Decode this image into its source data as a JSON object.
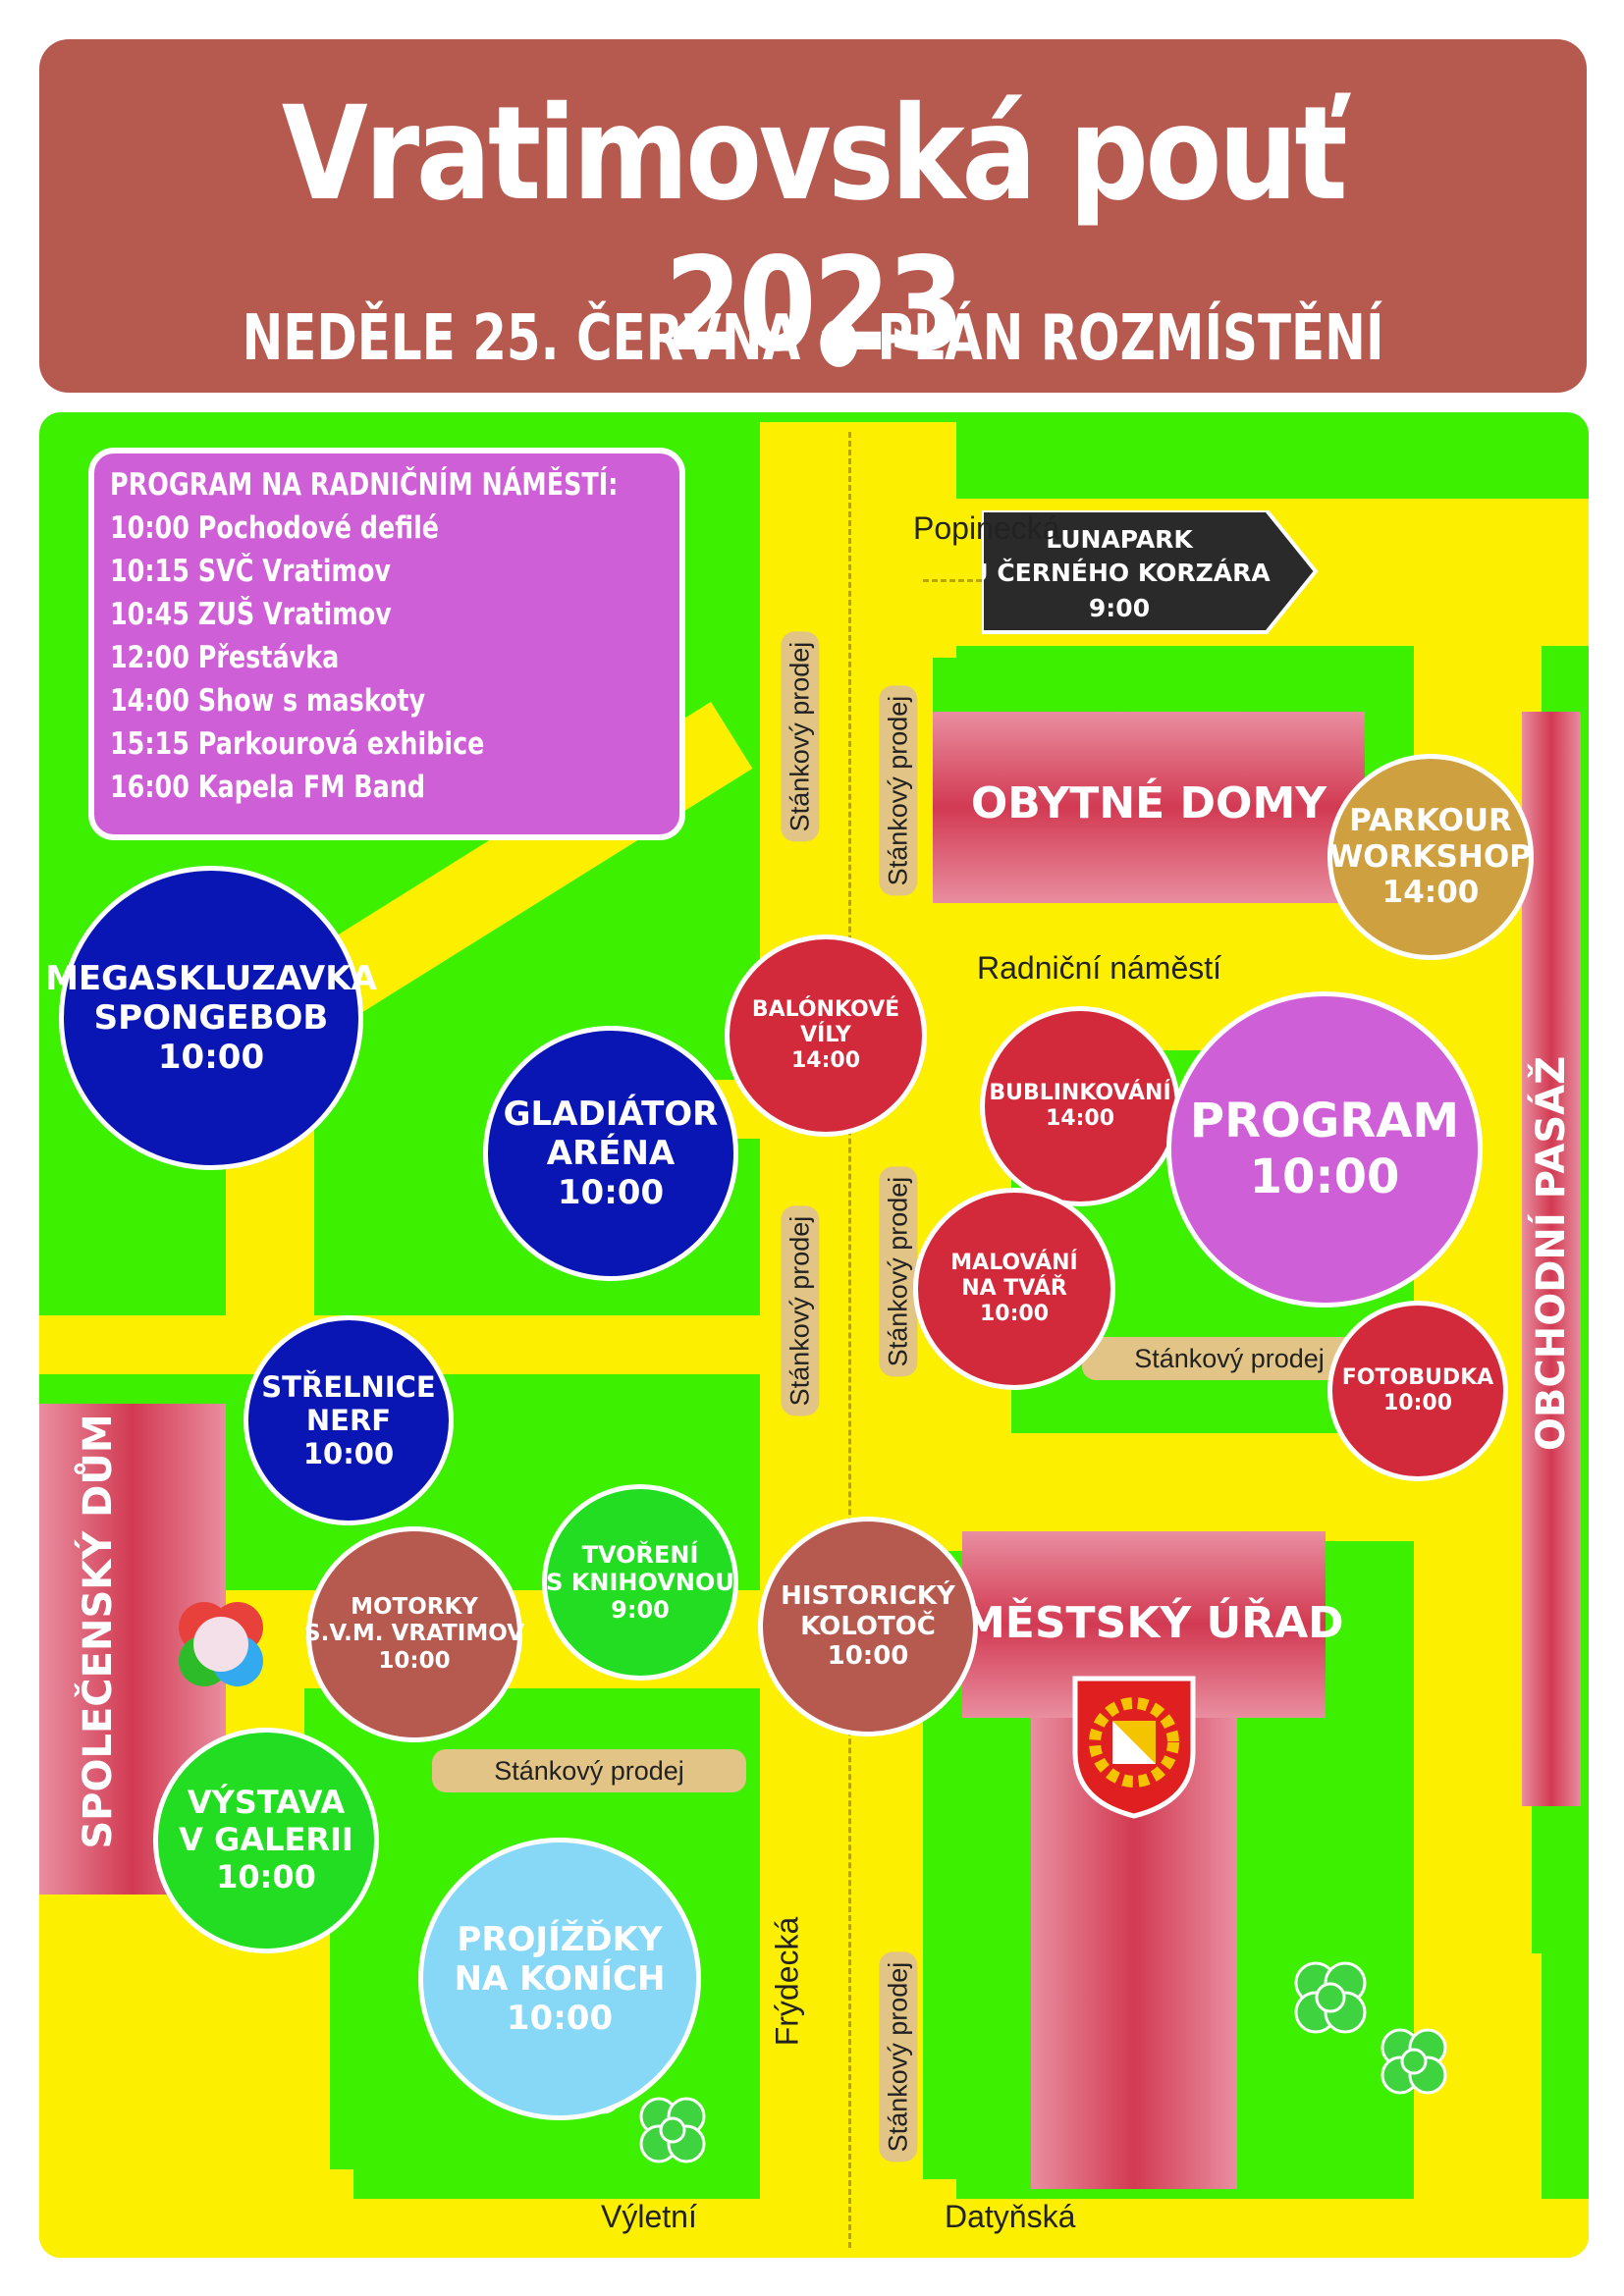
{
  "header": {
    "title": "Vratimovská pouť 2023",
    "subtitle": "NEDĚLE 25. ČERVNA ● PLÁN ROZMÍSTĚNÍ"
  },
  "program_box": {
    "title": "PROGRAM NA RADNIČNÍM NÁMĚSTÍ:",
    "items": [
      "10:00  Pochodové defilé",
      "10:15  SVČ Vratimov",
      "10:45  ZUŠ  Vratimov",
      "12:00  Přestávka",
      "14:00  Show s maskoty",
      "15:15  Parkourová exhibice",
      "16:00  Kapela FM Band"
    ]
  },
  "streets": {
    "popinecka": "Popinecká",
    "radnicni": "Radniční náměstí",
    "frydecka": "Frýdecká",
    "vyletni": "Výletní",
    "datynska": "Datyňská"
  },
  "stall_label": "Stánkový prodej",
  "lunapark": {
    "line1": "LUNAPARK",
    "line2": "U ČERNÉHO KORZÁRA",
    "time": "9:00"
  },
  "buildings": {
    "obytne": "OBYTNÉ DOMY",
    "mestsky": "MĚSTSKÝ ÚŘAD",
    "obchodni": "OBCHODNÍ PASÁŽ",
    "spolecensky": "SPOLEČENSKÝ DŮM"
  },
  "attractions": {
    "megaskluzavka": {
      "l1": "MEGASKLUZAVKA",
      "l2": "SPONGEBOB",
      "time": "10:00",
      "color": "#0a16b4"
    },
    "gladiator": {
      "l1": "GLADIÁTOR",
      "l2": "ARÉNA",
      "time": "10:00",
      "color": "#0a16b4"
    },
    "strelnice": {
      "l1": "STŘELNICE",
      "l2": "NERF",
      "time": "10:00",
      "color": "#0a16b4"
    },
    "balonkove": {
      "l1": "BALÓNKOVÉ",
      "l2": "VÍLY",
      "time": "14:00",
      "color": "#d22a3a"
    },
    "bublinkovani": {
      "l1": "BUBLINKOVÁNÍ",
      "time": "14:00",
      "color": "#d22a3a"
    },
    "malovani": {
      "l1": "MALOVÁNÍ",
      "l2": "NA TVÁŘ",
      "time": "10:00",
      "color": "#d22a3a"
    },
    "fotobudka": {
      "l1": "FOTOBUDKA",
      "time": "10:00",
      "color": "#d22a3a"
    },
    "program": {
      "l1": "PROGRAM",
      "time": "10:00",
      "color": "#cf5fd6"
    },
    "parkour": {
      "l1": "PARKOUR",
      "l2": "WORKSHOP",
      "time": "14:00",
      "color": "#cfa040"
    },
    "motorky": {
      "l1": "MOTORKY",
      "l2": "S.V.M. VRATIMOV",
      "time": "10:00",
      "color": "#b65a50"
    },
    "historicky": {
      "l1": "HISTORICKÝ",
      "l2": "KOLOTOČ",
      "time": "10:00",
      "color": "#b65a50"
    },
    "tvoreni": {
      "l1": "TVOŘENÍ",
      "l2": "S KNIHOVNOU",
      "time": "9:00",
      "color": "#22dd22"
    },
    "vystava": {
      "l1": "VÝSTAVA",
      "l2": "V GALERII",
      "time": "10:00",
      "color": "#22dd22"
    },
    "projizdky": {
      "l1": "PROJÍŽĎKY",
      "l2": "NA KONÍCH",
      "time": "10:00",
      "color": "#86d8f6"
    }
  }
}
